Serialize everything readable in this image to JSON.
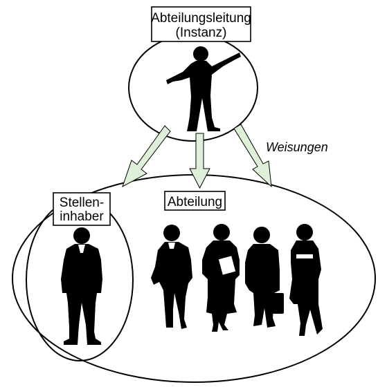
{
  "labels": {
    "management_line1": "Abteilungsleitung",
    "management_line2": "(Instanz)",
    "instructions": "Weisungen",
    "department": "Abteilung",
    "holder_line1": "Stellen-",
    "holder_line2": "inhaber"
  },
  "colors": {
    "arrow_fill": "#dff0d8",
    "stroke": "#000000"
  }
}
